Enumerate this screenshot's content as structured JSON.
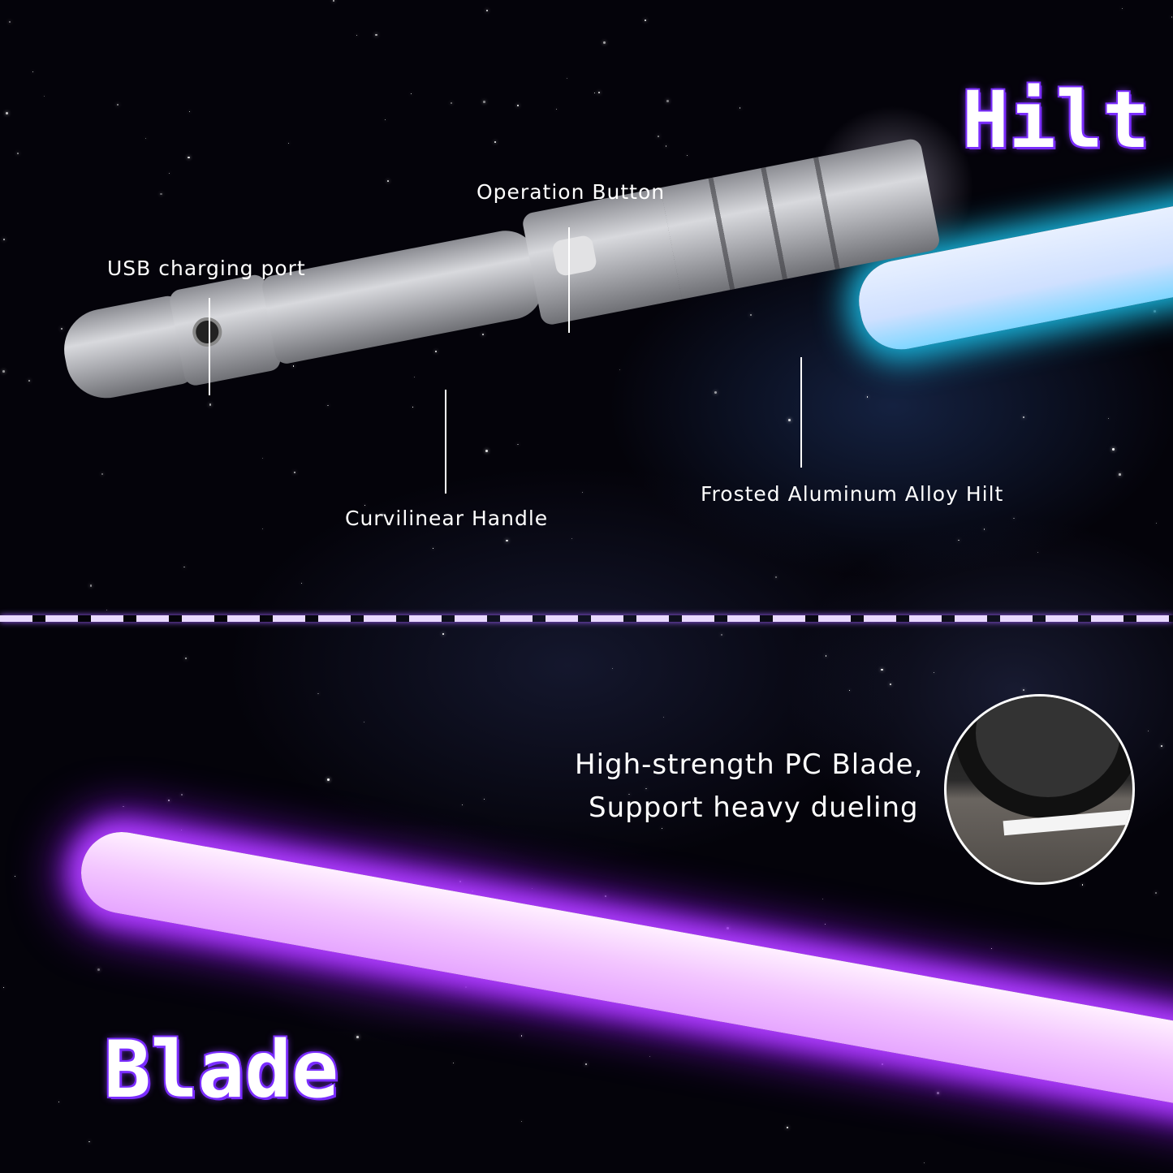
{
  "hilt_section": {
    "title": "Hilt",
    "labels": {
      "operation_button": "Operation Button",
      "usb_port": "USB charging port",
      "curvilinear_handle": "Curvilinear Handle",
      "frosted_hilt": "Frosted Aluminum Alloy Hilt"
    }
  },
  "blade_section": {
    "title": "Blade",
    "feature_line1": "High-strength PC Blade,",
    "feature_line2": "Support heavy dueling"
  },
  "colors": {
    "accent": "#7a2cff",
    "blue_blade": "#18b8e0",
    "purple_blade": "#b040ff"
  }
}
